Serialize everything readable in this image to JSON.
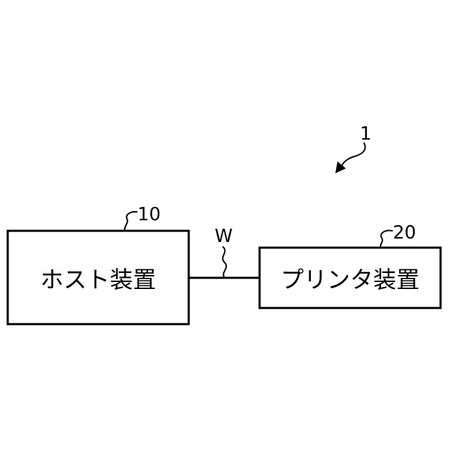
{
  "diagram": {
    "system_ref": "1",
    "host": {
      "label": "ホスト装置",
      "ref": "10"
    },
    "printer": {
      "label": "プリンタ装置",
      "ref": "20"
    },
    "connection": {
      "ref": "W"
    }
  },
  "colors": {
    "stroke": "#000000",
    "background": "#ffffff"
  }
}
